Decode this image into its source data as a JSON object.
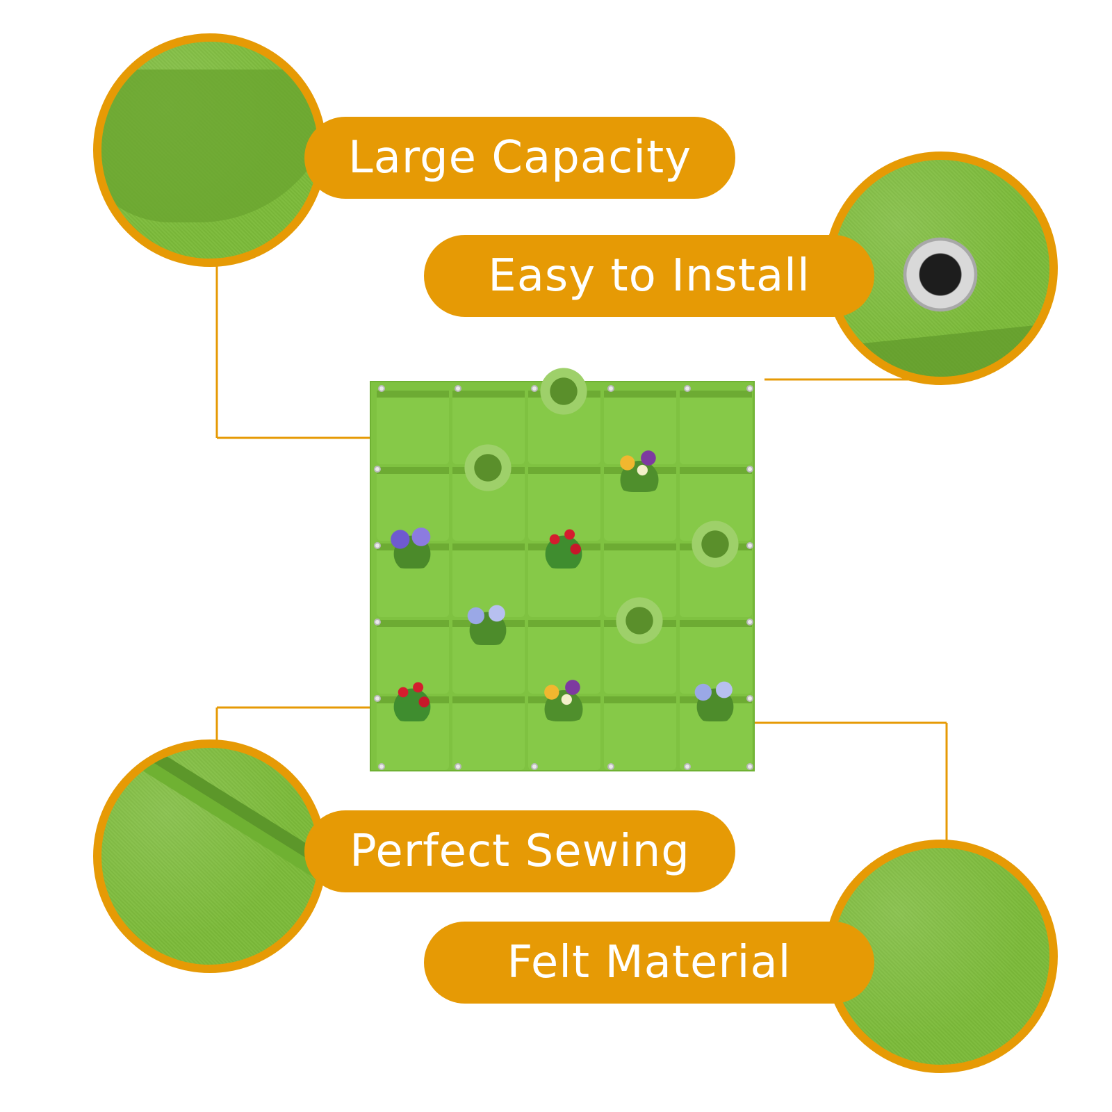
{
  "features": [
    {
      "id": "large-capacity",
      "label": "Large Capacity"
    },
    {
      "id": "easy-to-install",
      "label": "Easy to Install"
    },
    {
      "id": "perfect-sewing",
      "label": "Perfect Sewing"
    },
    {
      "id": "felt-material",
      "label": "Felt Material"
    }
  ],
  "colors": {
    "accent": "#e69a05",
    "felt_green": "#7fc241",
    "pocket_green": "#86c948",
    "text_on_accent": "#ffffff"
  },
  "planter": {
    "pocket_grid": {
      "rows": 5,
      "columns": 5
    },
    "plants": [
      {
        "row": 1,
        "col": 3,
        "type": "green"
      },
      {
        "row": 2,
        "col": 2,
        "type": "green"
      },
      {
        "row": 2,
        "col": 4,
        "type": "pansy"
      },
      {
        "row": 3,
        "col": 1,
        "type": "purple"
      },
      {
        "row": 3,
        "col": 3,
        "type": "red"
      },
      {
        "row": 3,
        "col": 5,
        "type": "green"
      },
      {
        "row": 4,
        "col": 2,
        "type": "blue"
      },
      {
        "row": 4,
        "col": 4,
        "type": "green"
      },
      {
        "row": 5,
        "col": 1,
        "type": "red"
      },
      {
        "row": 5,
        "col": 3,
        "type": "pansy"
      },
      {
        "row": 5,
        "col": 5,
        "type": "blue"
      }
    ]
  },
  "icons": {
    "grommet": "grommet-icon",
    "stitch": "stitch-detail"
  }
}
